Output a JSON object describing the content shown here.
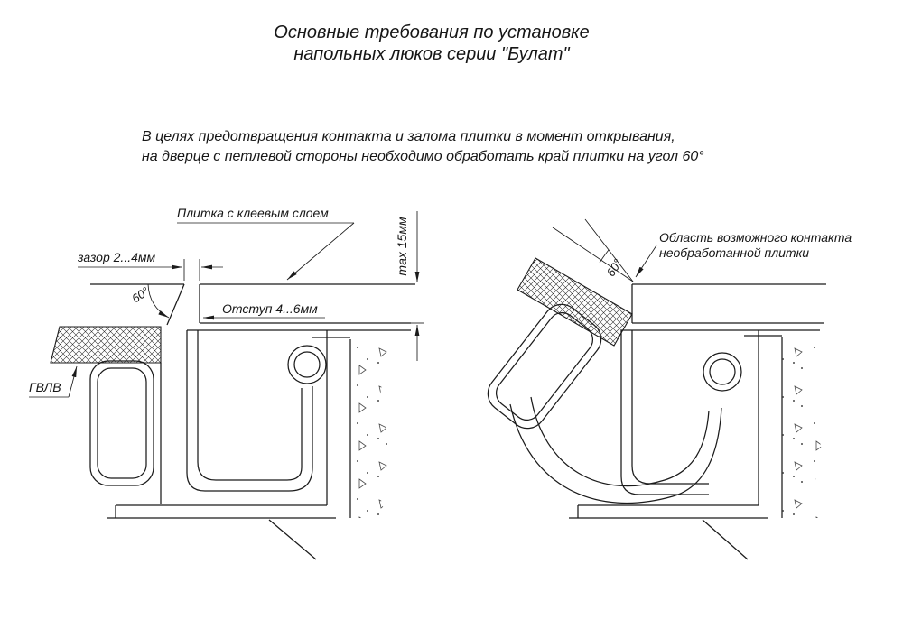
{
  "title": {
    "line1": "Основные требования по установке",
    "line2": "напольных люков серии \"Булат\""
  },
  "note": {
    "line1": "В целях предотвращения контакта и залома плитки в момент открывания,",
    "line2": "на дверце с петлевой стороны необходимо обработать край плитки на угол 60°"
  },
  "left": {
    "tile_label": "Плитка с клеевым слоем",
    "gap_label": "зазор 2...4мм",
    "angle_label": "60°",
    "offset_label": "Отступ 4...6мм",
    "max_label": "max 15мм",
    "board_label": "ГВЛВ"
  },
  "right": {
    "contact_line1": "Область возможного контакта",
    "contact_line2": "необработанной плитки",
    "angle_label": "60°"
  },
  "colors": {
    "line": "#1b1b1b",
    "background": "#ffffff"
  }
}
